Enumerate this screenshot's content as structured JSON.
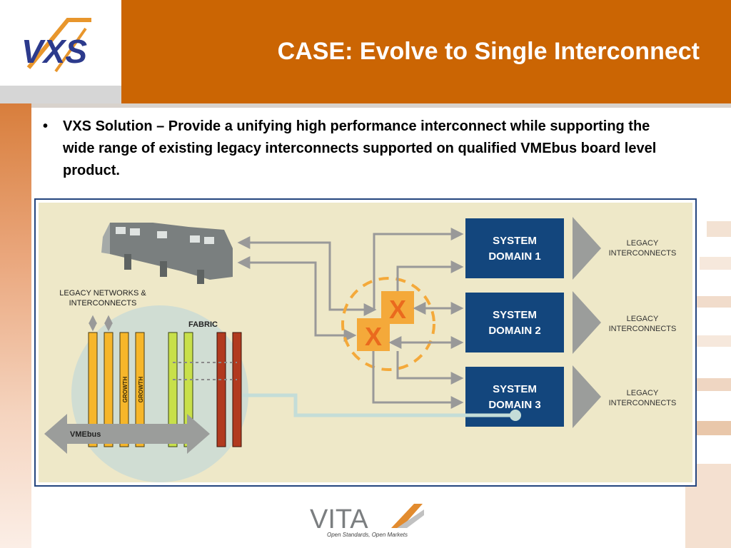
{
  "slide": {
    "title": "CASE: Evolve to Single Interconnect",
    "bullet": "VXS Solution – Provide a unifying high performance interconnect while supporting the wide range of existing legacy interconnects supported on qualified VMEbus board level product."
  },
  "logo": {
    "text": "VXS"
  },
  "footer_logo": {
    "name": "VITA",
    "tagline": "Open Standards, Open Markets"
  },
  "diagram": {
    "domains": [
      {
        "line1": "SYSTEM",
        "line2": "DOMAIN 1",
        "legacy1": "LEGACY",
        "legacy2": "INTERCONNECTS"
      },
      {
        "line1": "SYSTEM",
        "line2": "DOMAIN 2",
        "legacy1": "LEGACY",
        "legacy2": "INTERCONNECTS"
      },
      {
        "line1": "SYSTEM",
        "line2": "DOMAIN 3",
        "legacy1": "LEGACY",
        "legacy2": "INTERCONNECTS"
      }
    ],
    "legacy_networks_line1": "LEGACY NETWORKS &",
    "legacy_networks_line2": "INTERCONNECTS",
    "fabric_label": "FABRIC",
    "growth_label": "GROWTH",
    "vmebus_label": "VMEbus",
    "switch_label": "X",
    "colors": {
      "background": "#eee8c8",
      "domain_box": "#13467d",
      "arrow": "#999999",
      "switch": "#f4a93a",
      "card_yellow": "#f6b62a",
      "card_green": "#c8e04a",
      "card_red": "#b13a1f",
      "circle": "#d0ddd3"
    }
  }
}
